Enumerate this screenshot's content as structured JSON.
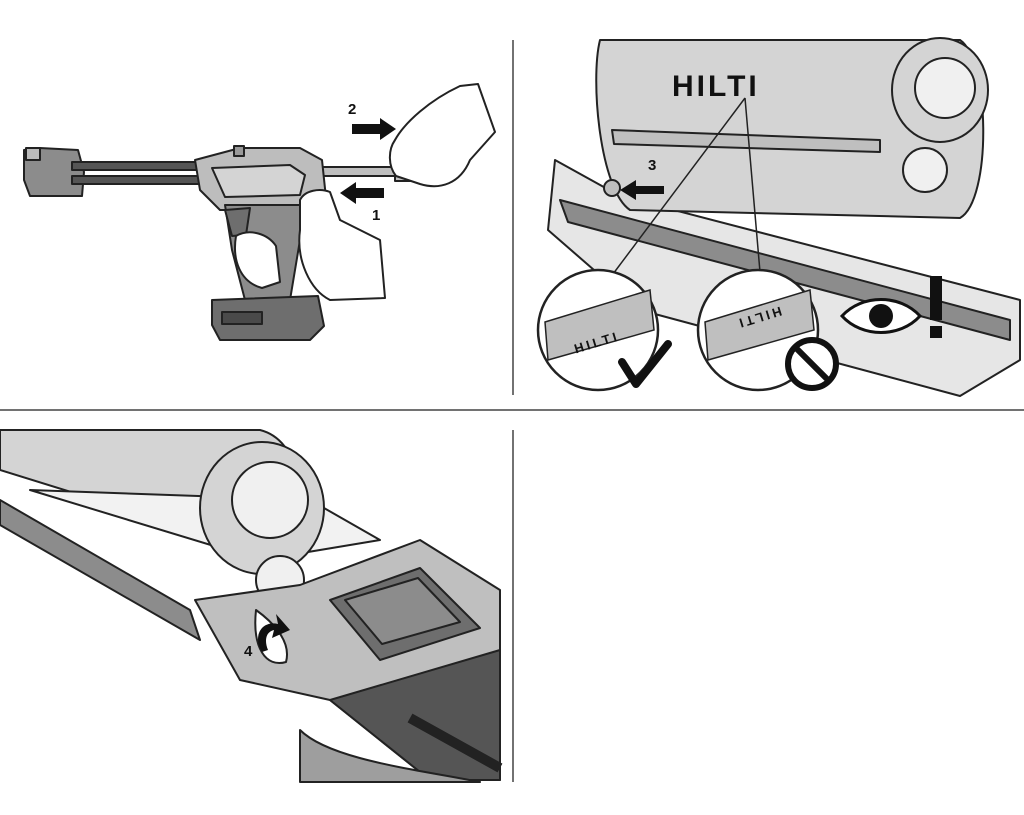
{
  "steps": {
    "step1": "1",
    "step2": "2",
    "step3": "3",
    "step4": "4"
  },
  "brand_text": "HILTI",
  "icons": {
    "correct": "check-mark-icon",
    "incorrect": "prohibited-icon",
    "attention": "eye-exclamation-icon"
  },
  "colors": {
    "line": "#222222",
    "tool_body": "#d4d4d4",
    "tool_dark": "#8c8c8c",
    "tool_darker": "#555555",
    "background": "#ffffff"
  }
}
